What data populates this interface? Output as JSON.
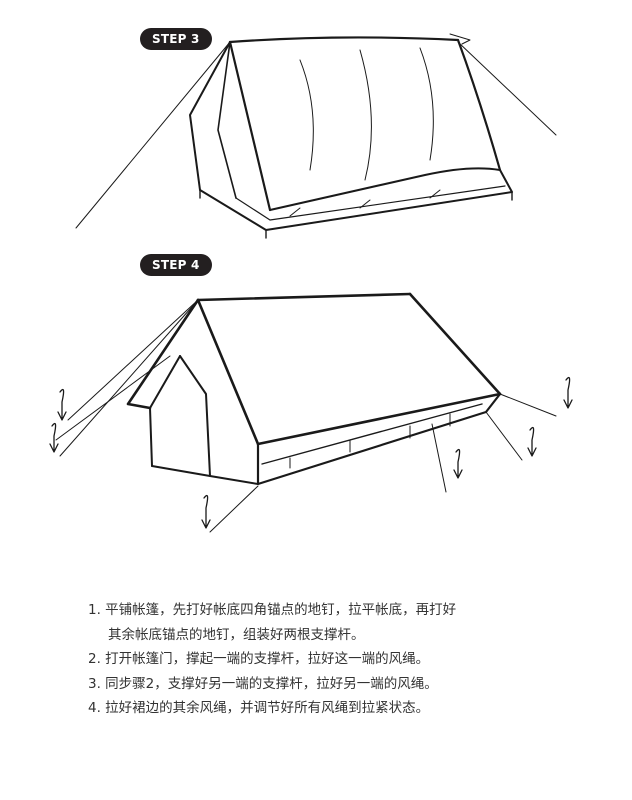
{
  "steps": [
    {
      "badge": "STEP 3"
    },
    {
      "badge": "STEP 4"
    }
  ],
  "instructions": [
    "1. 平铺帐篷，先打好帐底四角锚点的地钉，拉平帐底，再打好",
    "其余帐底锚点的地钉，组装好两根支撑杆。",
    "2. 打开帐篷门，撑起一端的支撑杆，拉好这一端的风绳。",
    "3. 同步骤2，支撑好另一端的支撑杆，拉好另一端的风绳。",
    "4. 拉好裙边的其余风绳，并调节好所有风绳到拉紧状态。"
  ],
  "colors": {
    "badge_bg": "#231f20",
    "badge_text": "#ffffff",
    "line_art": "#1a1a1a",
    "text": "#333333"
  }
}
